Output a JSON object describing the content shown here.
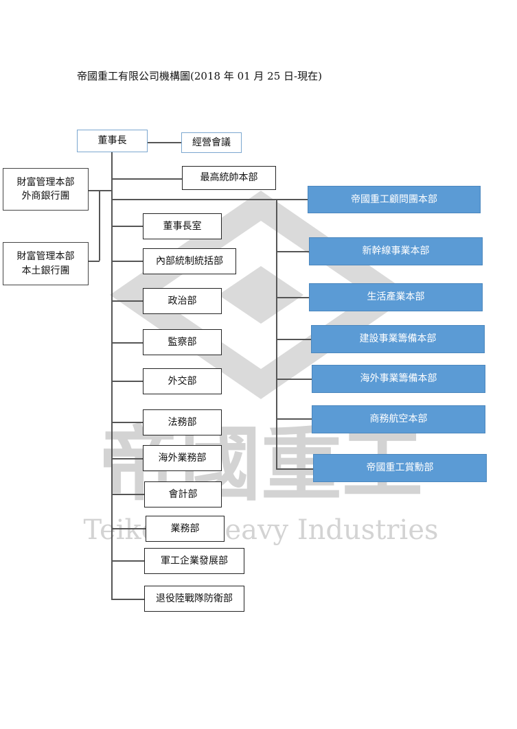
{
  "title": "帝國重工有限公司機構圖(2018 年 01 月 25 日-現在)",
  "watermark": {
    "logo_text": "帝國重工",
    "english_text": "Teikoku Heavy Industries",
    "color": "#d3d3d3"
  },
  "colors": {
    "box_border": "#222222",
    "blue_fill": "#5b9bd5",
    "blue_text": "#ffffff",
    "connector": "#555555"
  },
  "nodes": {
    "chairman": "董事長",
    "management_meeting": "經營會議",
    "wealth_foreign": "財富管理本部\n外商銀行團",
    "wealth_domestic": "財富管理本部\n本土銀行團",
    "supreme_command": "最高統帥本部",
    "chairman_office": "董事長室",
    "internal_control": "內部統制統括部",
    "political": "政治部",
    "audit": "監察部",
    "diplomacy": "外交部",
    "legal": "法務部",
    "overseas_business": "海外業務部",
    "accounting": "會計部",
    "business": "業務部",
    "military_industry": "軍工企業發展部",
    "veterans_defense": "退役陸戰隊防衛部"
  },
  "blue_nodes": {
    "advisory": "帝國重工顧問團本部",
    "shinkansen": "新幹線事業本部",
    "lifestyle": "生活產業本部",
    "construction_prep": "建設事業籌備本部",
    "overseas_prep": "海外事業籌備本部",
    "aviation": "商務航空本部",
    "mobilization": "帝國重工賞勳部"
  }
}
